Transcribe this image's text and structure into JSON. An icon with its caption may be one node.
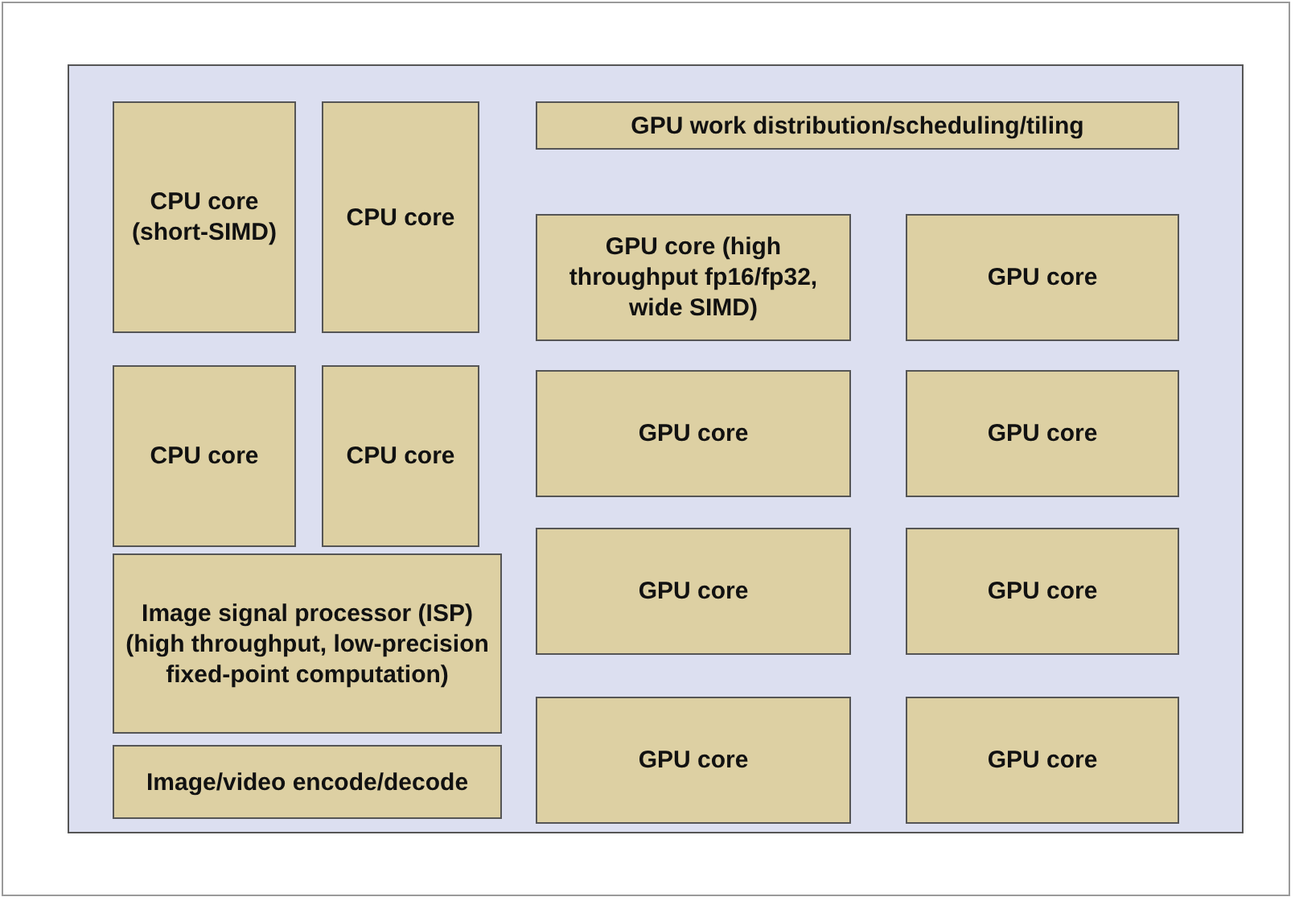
{
  "diagram": {
    "nodes": [
      {
        "text": [],
        "shape": "box"
      },
      {
        "text": [
          "CPU core (short-SIMD)"
        ],
        "in": 0
      },
      {
        "text": [
          "CPU core"
        ],
        "in": 0
      },
      {
        "text": [
          "GPU work distribution/scheduling/tiling"
        ],
        "in": 0
      },
      {
        "text": [
          "GPU core (high throughput fp16/fp32, wide SIMD)"
        ],
        "in": 0
      },
      {
        "text": [
          "GPU core"
        ],
        "in": 0
      },
      {
        "text": [
          "CPU core"
        ],
        "in": 0
      },
      {
        "text": [
          "CPU core"
        ],
        "in": 0
      },
      {
        "text": [
          "GPU core"
        ],
        "in": 0
      },
      {
        "text": [
          "GPU core"
        ],
        "in": 0
      },
      {
        "text": [
          "Image signal processor (ISP) (high throughput, low-precision fixed-point computation)"
        ],
        "in": 0
      },
      {
        "text": [
          "GPU core"
        ],
        "in": 0
      },
      {
        "text": [
          "GPU core"
        ],
        "in": 0
      },
      {
        "text": [
          "Image/video encode/decode"
        ],
        "in": 0
      },
      {
        "text": [
          "GPU core"
        ],
        "in": 0
      },
      {
        "text": [
          "GPU core"
        ],
        "in": 0
      }
    ],
    "edges": []
  }
}
